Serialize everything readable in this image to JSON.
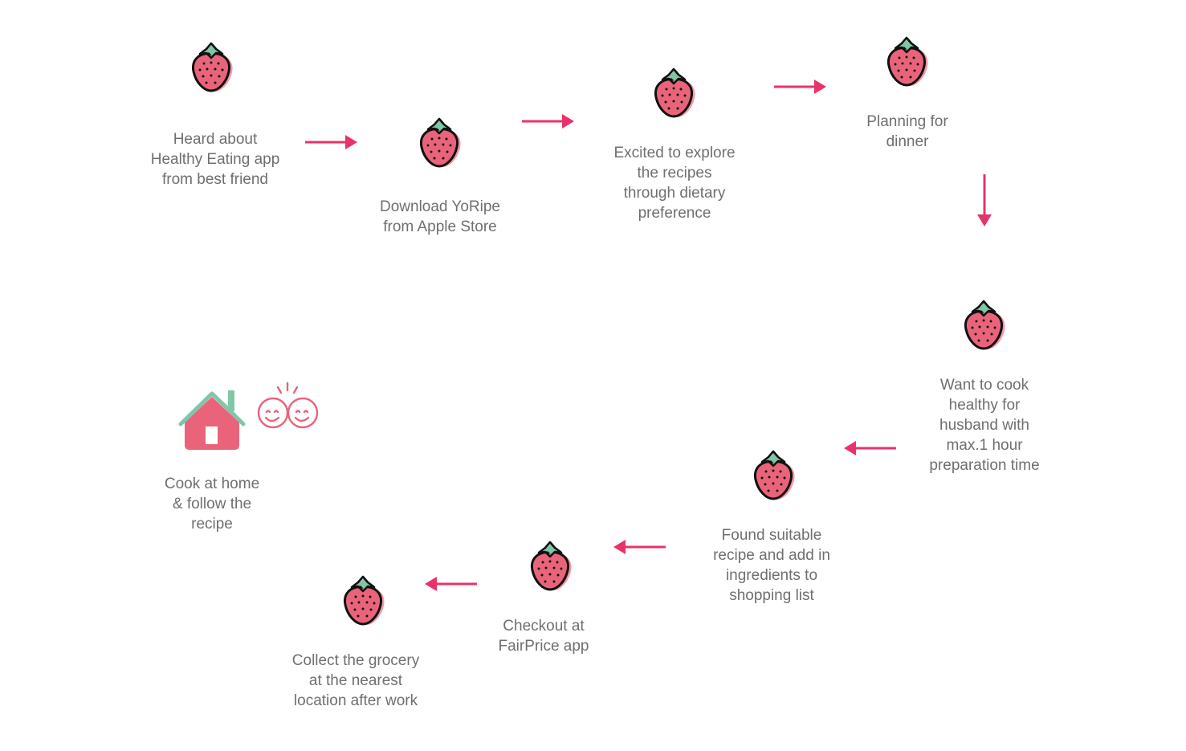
{
  "colors": {
    "berry_fill": "#e9647a",
    "berry_shadow": "#f29aa8",
    "outline": "#111111",
    "leaf_accent": "#7fc7a6",
    "arrow": "#e8336a",
    "house_fill": "#e9647a",
    "house_roof": "#7fc7a6",
    "faces": "#e9647a",
    "text": "#6f6f6f"
  },
  "steps": [
    {
      "label": "Heard about\nHealthy Eating app\nfrom best friend",
      "icon": "strawberry-icon"
    },
    {
      "label": "Download YoRipe\nfrom Apple Store",
      "icon": "strawberry-icon"
    },
    {
      "label": "Excited to explore\nthe recipes\nthrough dietary\npreference",
      "icon": "strawberry-icon"
    },
    {
      "label": "Planning for\ndinner",
      "icon": "strawberry-icon"
    },
    {
      "label": "Want to cook\nhealthy  for\nhusband with\nmax.1 hour\npreparation time",
      "icon": "strawberry-icon"
    },
    {
      "label": "Found suitable\nrecipe and add in\ningredients to\nshopping list",
      "icon": "strawberry-icon"
    },
    {
      "label": "Checkout at\nFairPrice app",
      "icon": "strawberry-icon"
    },
    {
      "label": "Collect the grocery\nat the nearest\nlocation after work",
      "icon": "strawberry-icon"
    },
    {
      "label": "Cook at home\n& follow the\nrecipe",
      "icon": "house-icon"
    }
  ]
}
